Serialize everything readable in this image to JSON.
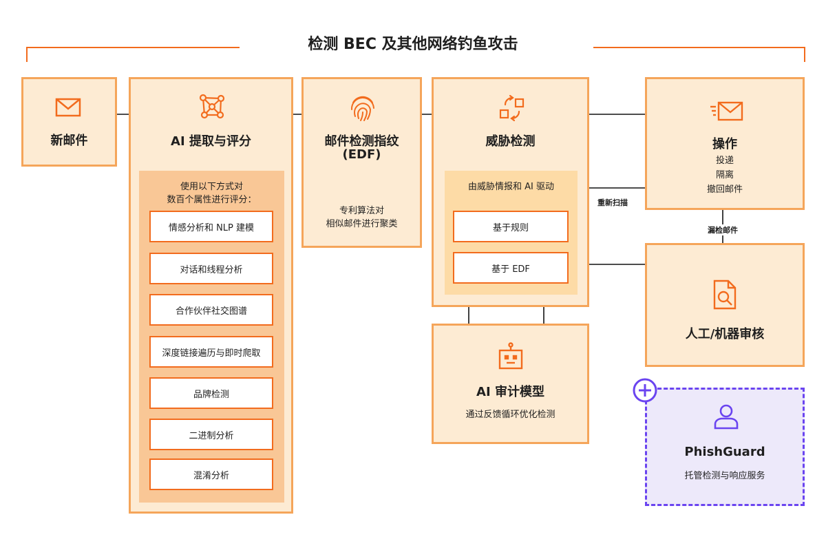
{
  "title": "检测 BEC 及其他网络钓鱼攻击",
  "new_mail": {
    "label": "新邮件",
    "icon": "envelope-icon"
  },
  "ai_extract": {
    "title": "AI 提取与评分",
    "icon": "network-graph-icon",
    "panel_text": "使用以下方式对\n数百个属性进行评分：",
    "methods": [
      "情感分析和 NLP 建模",
      "对话和线程分析",
      "合作伙伴社交图谱",
      "深度链接遍历与即时爬取",
      "品牌检测",
      "二进制分析",
      "混淆分析"
    ]
  },
  "fingerprint": {
    "title_line1": "邮件检测指纹",
    "title_line2": "(EDF)",
    "icon": "fingerprint-icon",
    "desc_line1": "专利算法对",
    "desc_line2": "相似邮件进行聚类"
  },
  "threat": {
    "title": "威胁检测",
    "icon": "refresh-cycle-icon",
    "panel_title": "由威胁情报和 AI 驱动",
    "rules": [
      "基于规则",
      "基于 EDF"
    ]
  },
  "audit": {
    "title": "AI 审计模型",
    "icon": "robot-icon",
    "desc": "通过反馈循环优化检测"
  },
  "action": {
    "title": "操作",
    "icon": "send-mail-icon",
    "items": [
      "投递",
      "隔离",
      "撤回邮件"
    ]
  },
  "review": {
    "title": "人工/机器审核",
    "icon": "document-search-icon"
  },
  "phishguard": {
    "title": "PhishGuard",
    "desc": "托管检测与响应服务",
    "icon": "user-icon",
    "badge_icon": "plus-circle-icon"
  },
  "edge_labels": {
    "rescan": "重新扫描",
    "missed": "漏检邮件"
  },
  "colors": {
    "accent": "#f26b1d",
    "card_fill": "#fdebd3",
    "card_border": "#f5a55a",
    "panel_fill": "#f9c796",
    "detect_panel_fill": "#fddba6",
    "phish_border": "#6a44f0",
    "phish_fill": "#ede9fa"
  }
}
